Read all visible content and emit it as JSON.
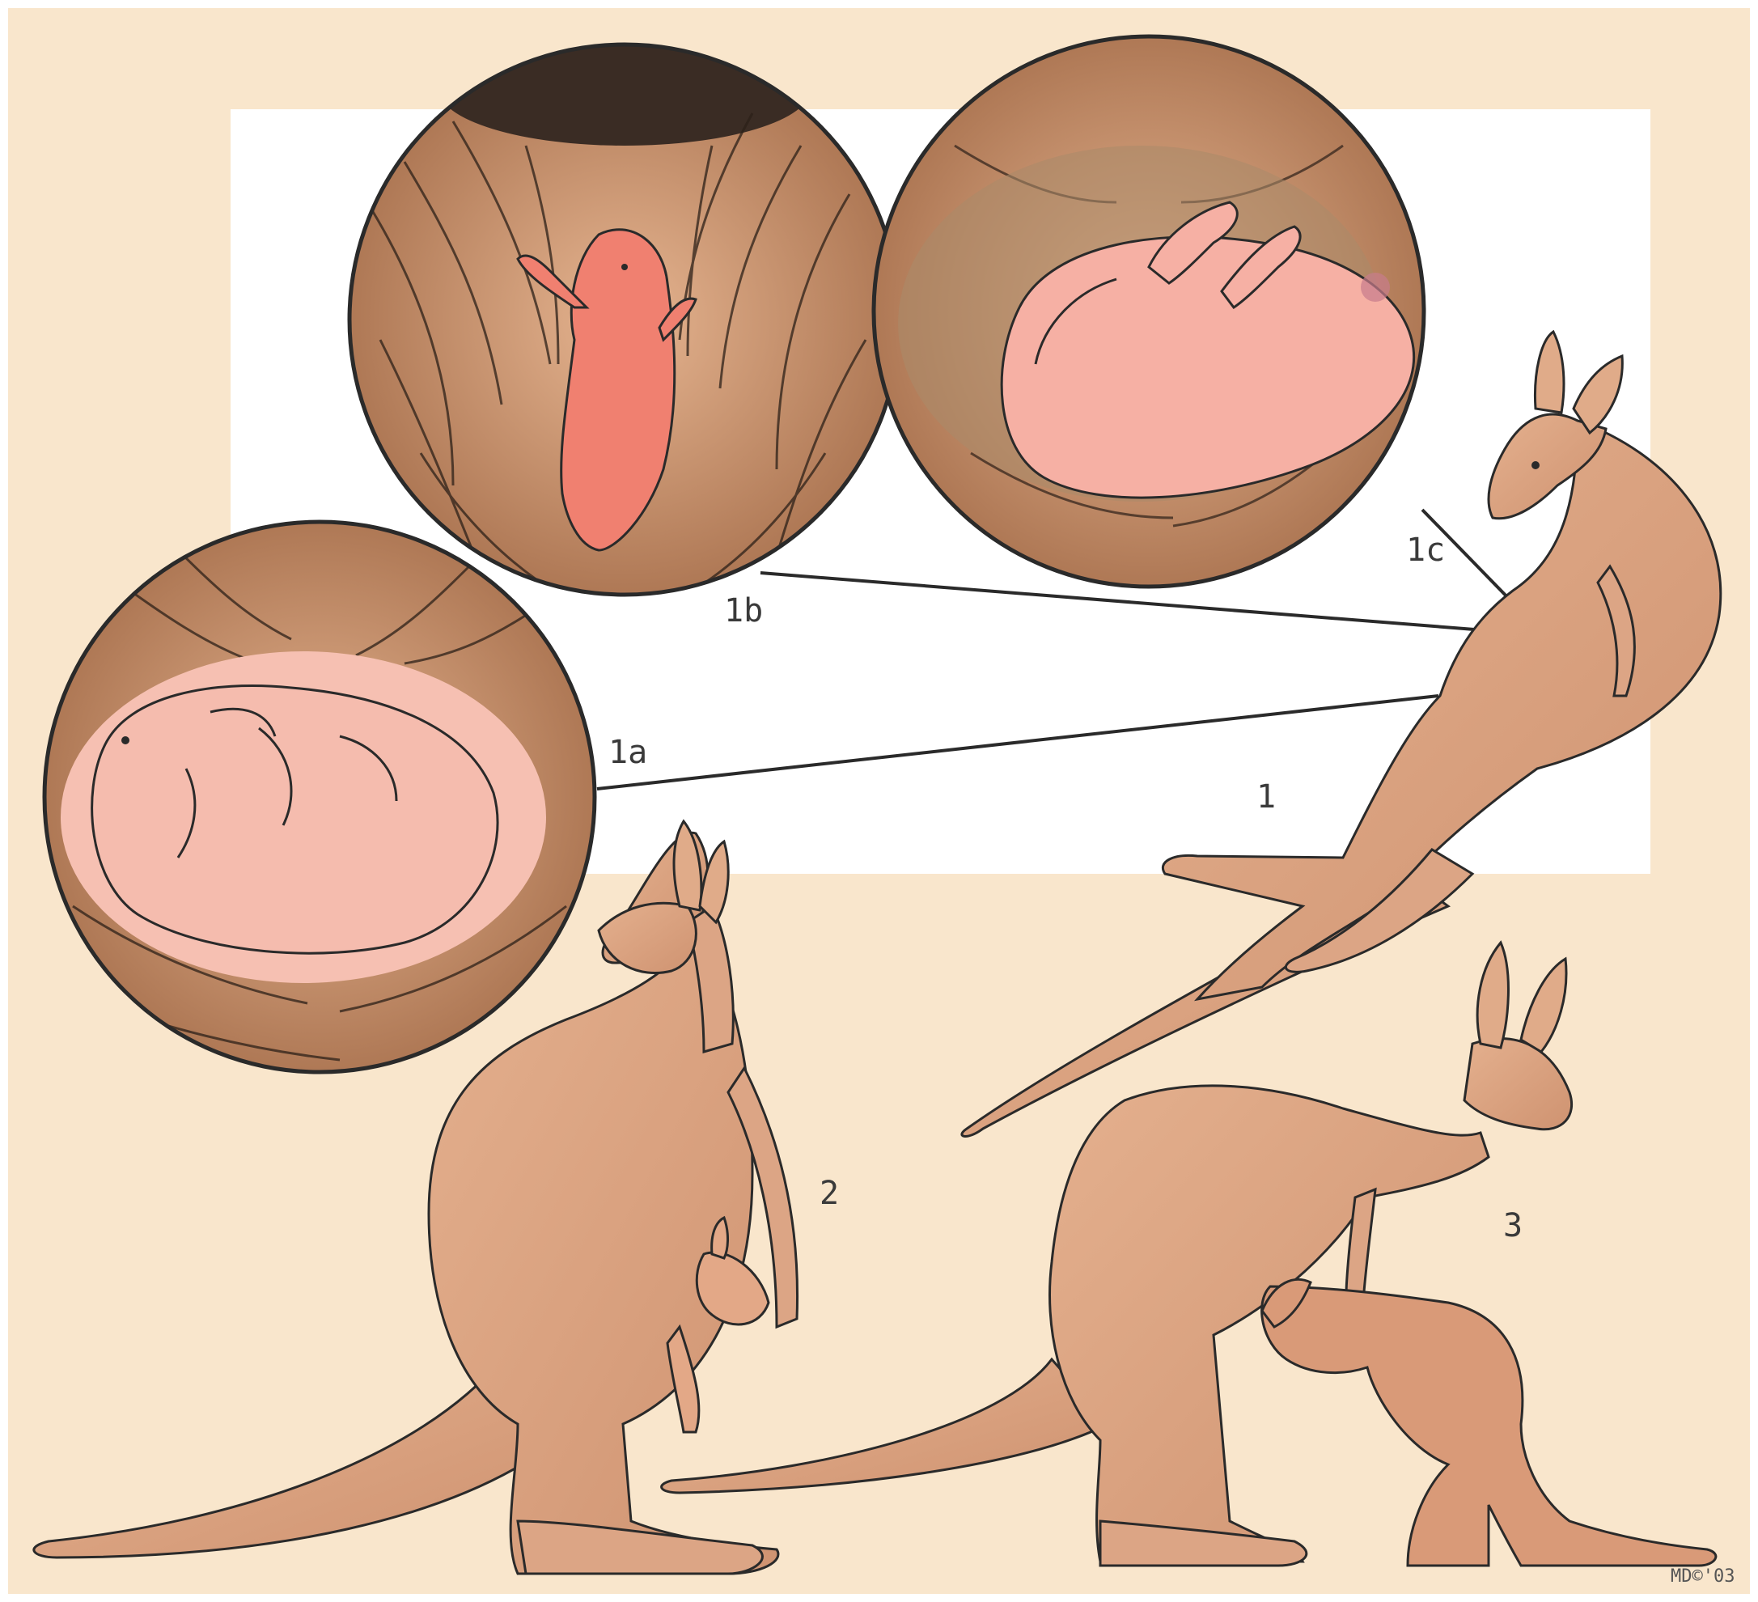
{
  "colors": {
    "frame": "#ffffff",
    "background": "#f9e6cc",
    "panel": "#ffffff",
    "fur_light": "#e8b896",
    "fur_mid": "#d9a07c",
    "fur_dark": "#b9785a",
    "joey_pink": "#f08070",
    "pouch_skin": "#f7c2b4",
    "ink": "#2a2a2a",
    "circle_fill": "#c99a7a"
  },
  "labels": {
    "stage_1": "1",
    "stage_1a": "1a",
    "stage_1b": "1b",
    "stage_1c": "1c",
    "stage_2": "2",
    "stage_3": "3"
  },
  "signature": "MD©'03",
  "icons": [
    "kangaroo-reclining",
    "kangaroo-with-pouch-joey",
    "kangaroo-with-young-at-foot",
    "pouch-magnifier"
  ]
}
